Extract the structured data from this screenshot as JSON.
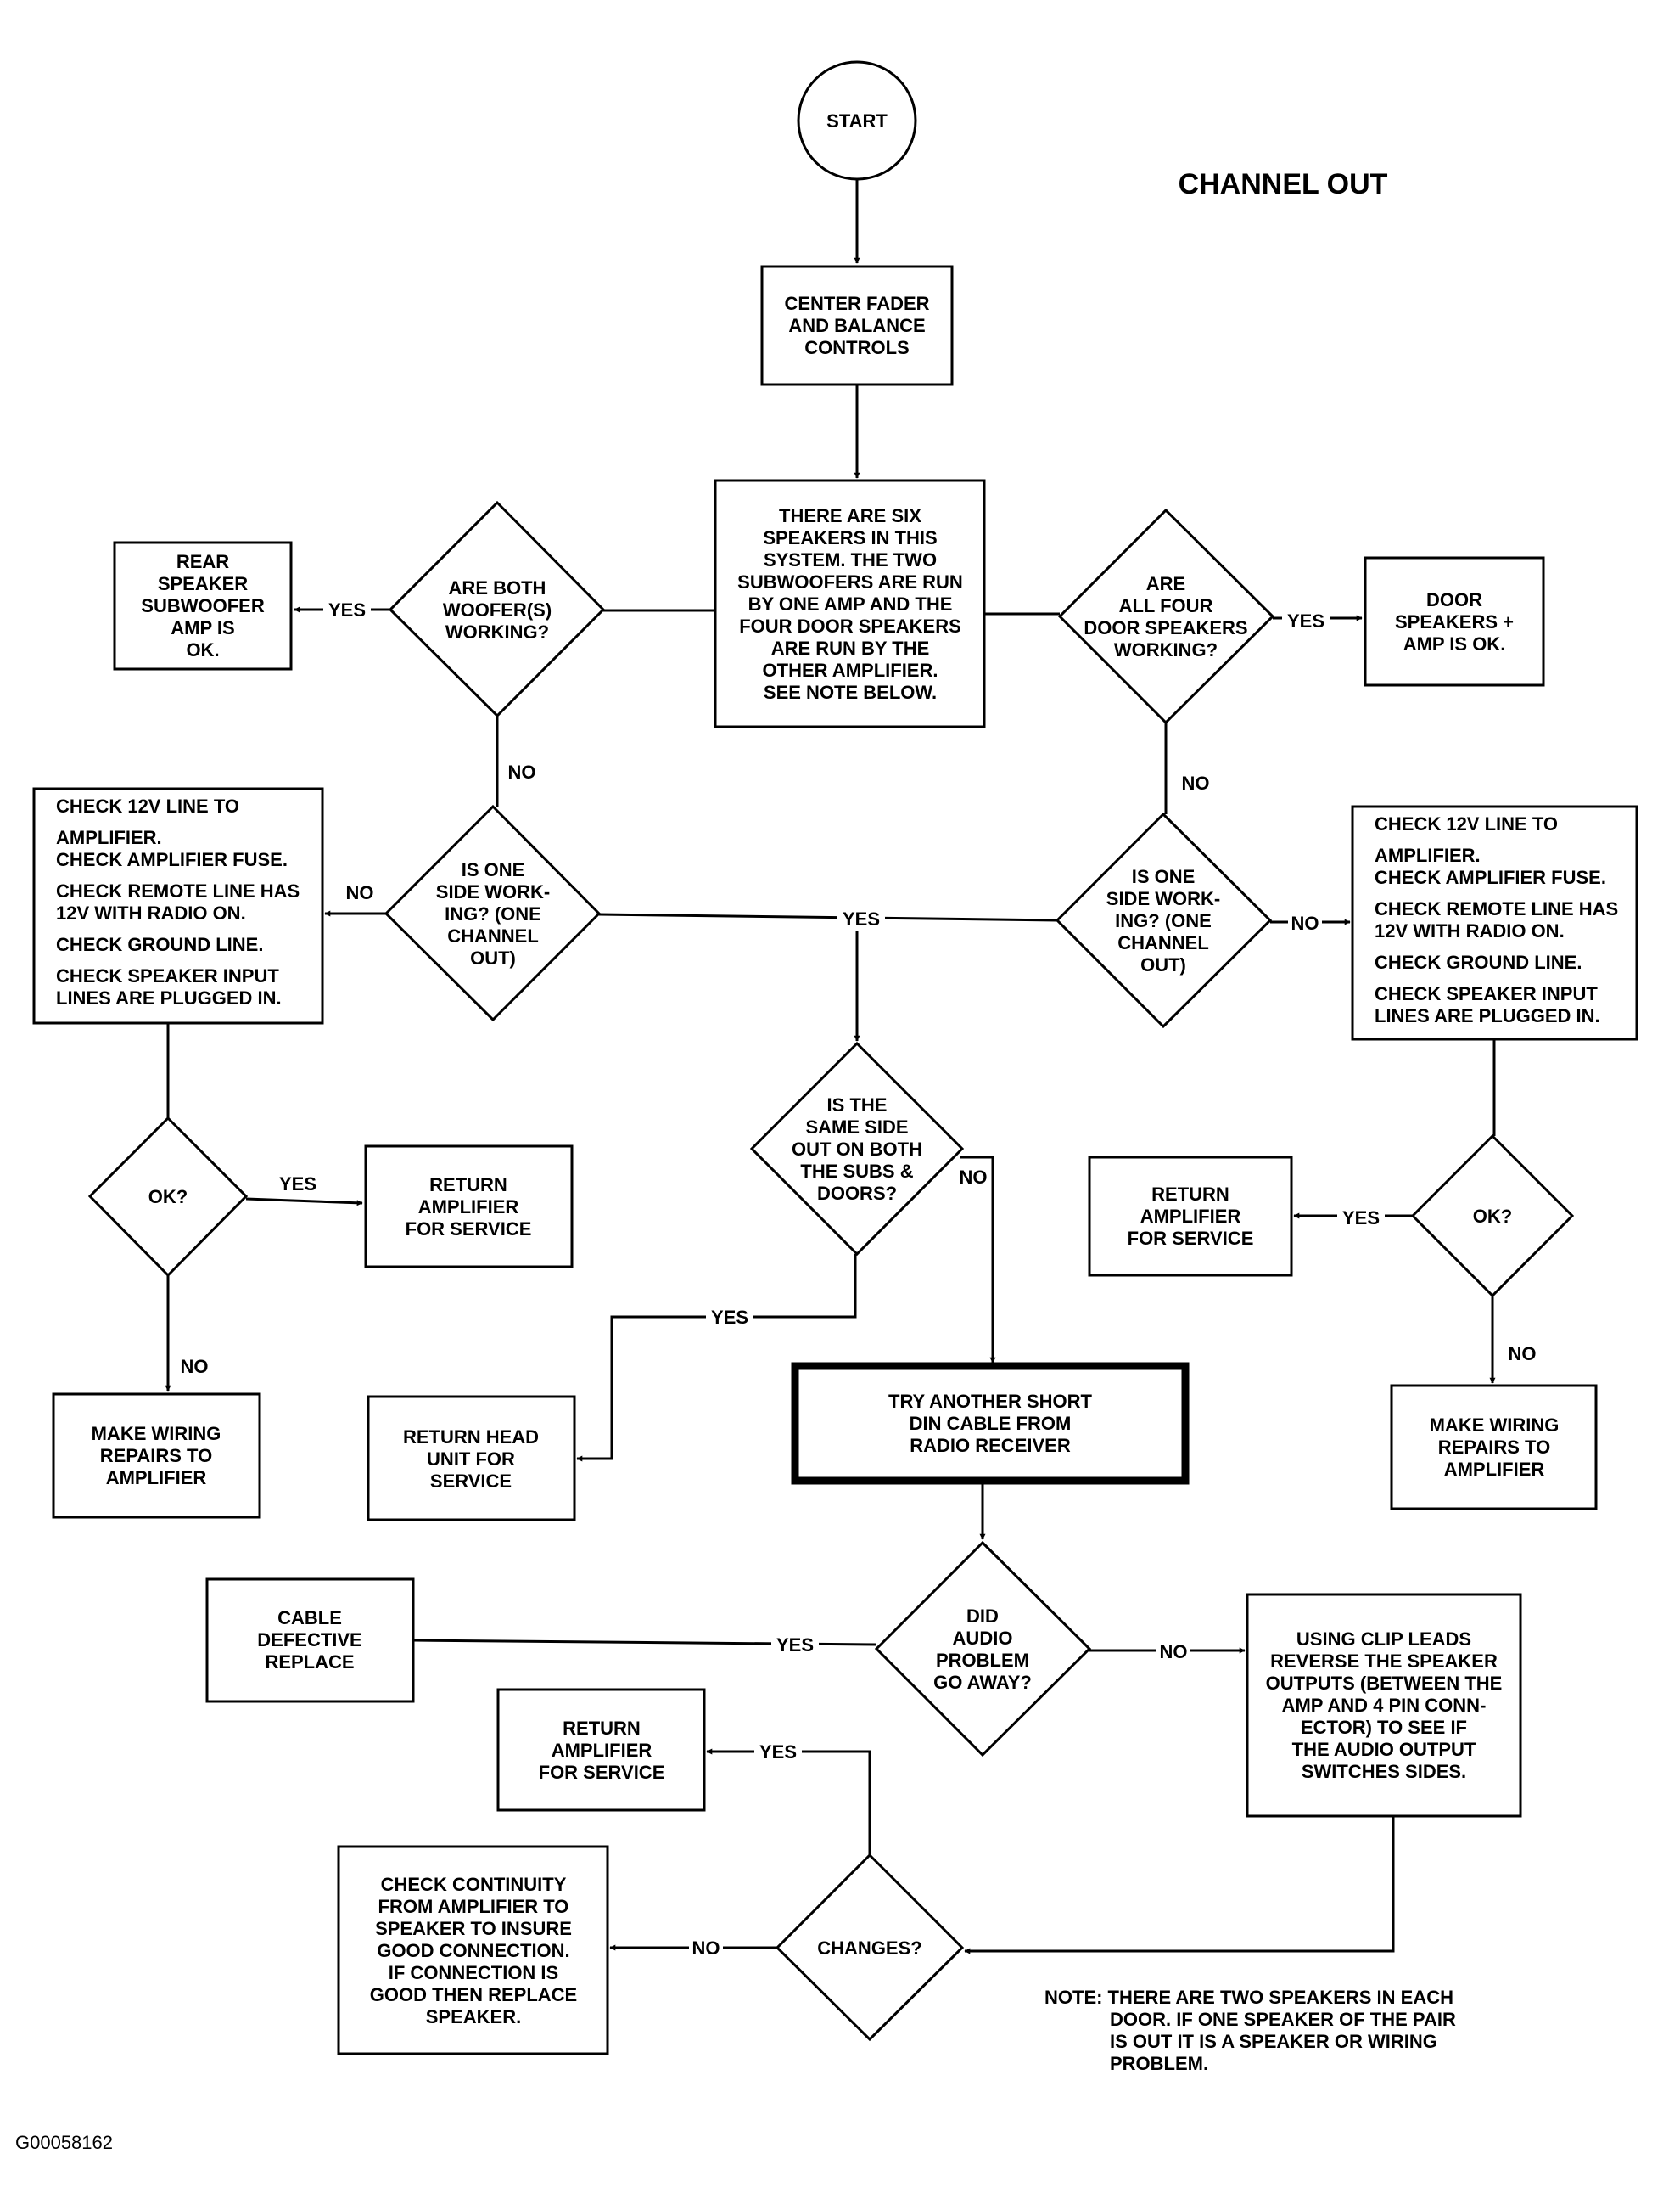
{
  "title": "CHANNEL OUT",
  "figure_id": "G00058162",
  "note": [
    "NOTE:  THERE ARE TWO SPEAKERS IN EACH",
    "DOOR. IF ONE SPEAKER OF THE PAIR",
    "IS OUT IT IS A SPEAKER OR WIRING",
    "PROBLEM."
  ],
  "nodes": [
    {
      "id": "start",
      "lines": [
        "START"
      ]
    },
    {
      "id": "center_fader",
      "lines": [
        "CENTER FADER",
        "AND BALANCE",
        "CONTROLS"
      ]
    },
    {
      "id": "six_speakers",
      "lines": [
        "THERE ARE SIX",
        "SPEAKERS IN THIS",
        "SYSTEM. THE TWO",
        "SUBWOOFERS ARE RUN",
        "BY ONE AMP AND THE",
        "FOUR DOOR SPEAKERS",
        "ARE RUN BY THE",
        "OTHER AMPLIFIER.",
        "SEE NOTE BELOW."
      ]
    },
    {
      "id": "rear_ok",
      "lines": [
        "REAR",
        "SPEAKER",
        "SUBWOOFER",
        "AMP IS",
        "OK."
      ]
    },
    {
      "id": "woofers_working",
      "lines": [
        "ARE BOTH",
        "WOOFER(S)",
        "WORKING?"
      ]
    },
    {
      "id": "door_working",
      "lines": [
        "ARE",
        "ALL FOUR",
        "DOOR SPEAKERS",
        "WORKING?"
      ]
    },
    {
      "id": "door_ok",
      "lines": [
        "DOOR",
        "SPEAKERS +",
        "AMP IS OK."
      ]
    },
    {
      "id": "left_checks",
      "lines": [
        "CHECK 12V LINE TO",
        "AMPLIFIER.",
        "CHECK AMPLIFIER FUSE.",
        "CHECK REMOTE LINE HAS",
        "12V WITH RADIO ON.",
        "CHECK GROUND LINE.",
        "CHECK SPEAKER INPUT",
        "LINES ARE PLUGGED IN."
      ]
    },
    {
      "id": "left_one_side",
      "lines": [
        "IS ONE",
        "SIDE WORK-",
        "ING? (ONE",
        "CHANNEL",
        "OUT)"
      ]
    },
    {
      "id": "right_one_side",
      "lines": [
        "IS ONE",
        "SIDE WORK-",
        "ING? (ONE",
        "CHANNEL",
        "OUT)"
      ]
    },
    {
      "id": "right_checks",
      "lines": [
        "CHECK 12V LINE TO",
        "AMPLIFIER.",
        "CHECK AMPLIFIER FUSE.",
        "CHECK REMOTE LINE HAS",
        "12V WITH RADIO ON.",
        "CHECK GROUND LINE.",
        "CHECK SPEAKER INPUT",
        "LINES ARE PLUGGED IN."
      ]
    },
    {
      "id": "left_ok_q",
      "lines": [
        "OK?"
      ]
    },
    {
      "id": "left_return_amp",
      "lines": [
        "RETURN",
        "AMPLIFIER",
        "FOR SERVICE"
      ]
    },
    {
      "id": "same_side",
      "lines": [
        "IS THE",
        "SAME SIDE",
        "OUT ON BOTH",
        "THE SUBS &",
        "DOORS?"
      ]
    },
    {
      "id": "right_return_amp",
      "lines": [
        "RETURN",
        "AMPLIFIER",
        "FOR SERVICE"
      ]
    },
    {
      "id": "right_ok_q",
      "lines": [
        "OK?"
      ]
    },
    {
      "id": "left_wiring",
      "lines": [
        "MAKE WIRING",
        "REPAIRS TO",
        "AMPLIFIER"
      ]
    },
    {
      "id": "return_head",
      "lines": [
        "RETURN HEAD",
        "UNIT FOR",
        "SERVICE"
      ]
    },
    {
      "id": "din_cable",
      "lines": [
        "TRY ANOTHER SHORT",
        "DIN CABLE FROM",
        "RADIO RECEIVER"
      ]
    },
    {
      "id": "right_wiring",
      "lines": [
        "MAKE WIRING",
        "REPAIRS TO",
        "AMPLIFIER"
      ]
    },
    {
      "id": "cable_defective",
      "lines": [
        "CABLE",
        "DEFECTIVE",
        "REPLACE"
      ]
    },
    {
      "id": "audio_gone",
      "lines": [
        "DID",
        "AUDIO",
        "PROBLEM",
        "GO AWAY?"
      ]
    },
    {
      "id": "clip_leads",
      "lines": [
        "USING CLIP LEADS",
        "REVERSE THE SPEAKER",
        "OUTPUTS (BETWEEN THE",
        "AMP AND 4 PIN CONN-",
        "ECTOR) TO SEE IF",
        "THE AUDIO OUTPUT",
        "SWITCHES SIDES."
      ]
    },
    {
      "id": "bottom_return_amp",
      "lines": [
        "RETURN",
        "AMPLIFIER",
        "FOR SERVICE"
      ]
    },
    {
      "id": "continuity",
      "lines": [
        "CHECK CONTINUITY",
        "FROM AMPLIFIER TO",
        "SPEAKER TO INSURE",
        "GOOD CONNECTION.",
        "IF CONNECTION IS",
        "GOOD THEN REPLACE",
        "SPEAKER."
      ]
    },
    {
      "id": "changes",
      "lines": [
        "CHANGES?"
      ]
    }
  ],
  "edge_labels": [
    {
      "id": "l_yes_rear",
      "text": "YES"
    },
    {
      "id": "l_yes_door",
      "text": "YES"
    },
    {
      "id": "l_no_woofers",
      "text": "NO"
    },
    {
      "id": "l_no_door",
      "text": "NO"
    },
    {
      "id": "l_no_left_side",
      "text": "NO"
    },
    {
      "id": "l_yes_sides",
      "text": "YES"
    },
    {
      "id": "l_no_right_side",
      "text": "NO"
    },
    {
      "id": "l_yes_left_ok",
      "text": "YES"
    },
    {
      "id": "l_no_same_side",
      "text": "NO"
    },
    {
      "id": "l_yes_right_ok",
      "text": "YES"
    },
    {
      "id": "l_no_left_ok",
      "text": "NO"
    },
    {
      "id": "l_yes_same_side",
      "text": "YES"
    },
    {
      "id": "l_no_right_ok",
      "text": "NO"
    },
    {
      "id": "l_yes_audio",
      "text": "YES"
    },
    {
      "id": "l_no_audio",
      "text": "NO"
    },
    {
      "id": "l_yes_changes",
      "text": "YES"
    },
    {
      "id": "l_no_changes",
      "text": "NO"
    }
  ]
}
